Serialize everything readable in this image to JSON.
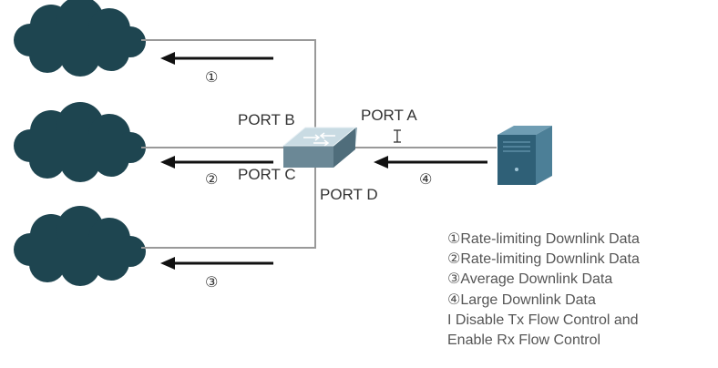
{
  "ports": {
    "a": "PORT A",
    "b": "PORT B",
    "c": "PORT C",
    "d": "PORT D"
  },
  "markers": {
    "one": "①",
    "two": "②",
    "three": "③",
    "four": "④",
    "flow_control": "I"
  },
  "legend": {
    "line1": "①Rate-limiting Downlink Data",
    "line2": "②Rate-limiting Downlink Data",
    "line3": "③Average Downlink Data",
    "line4": "④Large Downlink Data",
    "line5": "I  Disable Tx Flow Control and",
    "line6": "Enable Rx Flow Control"
  },
  "colors": {
    "cloud": "#1e4550",
    "link_line": "#999999",
    "arrow": "#111111",
    "switch_top": "#c9dbe3",
    "switch_side": "#6b8896",
    "server_front": "#2f6077",
    "server_side": "#4c7f97"
  },
  "icons": {
    "cloud": "cloud-icon",
    "switch": "switch-icon",
    "server": "server-icon"
  }
}
